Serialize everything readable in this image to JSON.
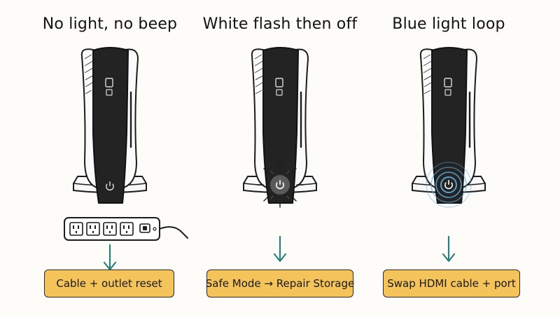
{
  "panels": [
    {
      "heading": "No light, no beep",
      "action": "Cable + outlet reset",
      "indicator": "none"
    },
    {
      "heading": "White flash then off",
      "action": "Safe Mode → Repair Storage",
      "indicator": "white-flash"
    },
    {
      "heading": "Blue light loop",
      "action": "Swap HDMI cable + port",
      "indicator": "blue-pulse"
    }
  ],
  "colors": {
    "background": "#fdfcf9",
    "label_fill": "#f4c35a",
    "arrow": "#2a7f7a",
    "console_dark": "#222222",
    "blue_light": "#5aa8d8"
  },
  "icons": [
    "console-icon",
    "power-strip-icon",
    "down-arrow-icon",
    "power-symbol-icon"
  ]
}
